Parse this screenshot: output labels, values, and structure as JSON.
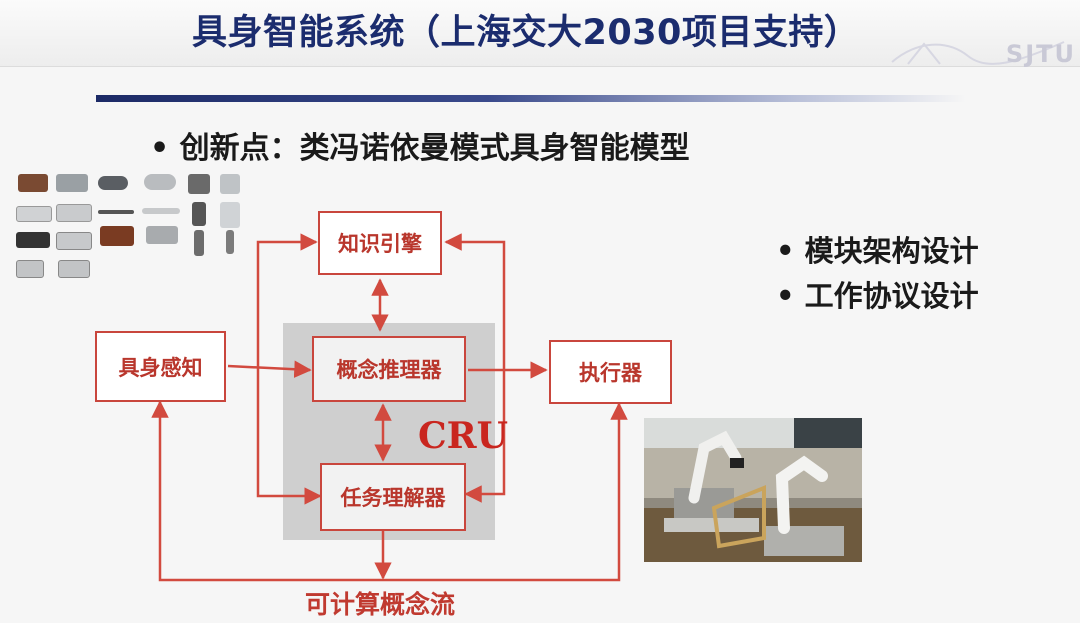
{
  "slide": {
    "title": "具身智能系统（上海交大2030项目支持）",
    "logo_text": "SJTU",
    "innovation_bullet": "• 创新点：类冯诺依曼模式具身智能模型",
    "side_bullets": [
      "• 模块架构设计",
      "• 工作协议设计"
    ]
  },
  "diagram": {
    "nodes": {
      "knowledge_engine": "知识引擎",
      "embodied_perception": "具身感知",
      "concept_reasoner": "概念推理器",
      "executor": "执行器",
      "task_understander": "任务理解器"
    },
    "cru_label": "CRU",
    "flow_label": "可计算概念流",
    "colors": {
      "accent": "#c9463d",
      "cru_fill": "#cfcfcf",
      "title": "#1b2c6e"
    }
  }
}
